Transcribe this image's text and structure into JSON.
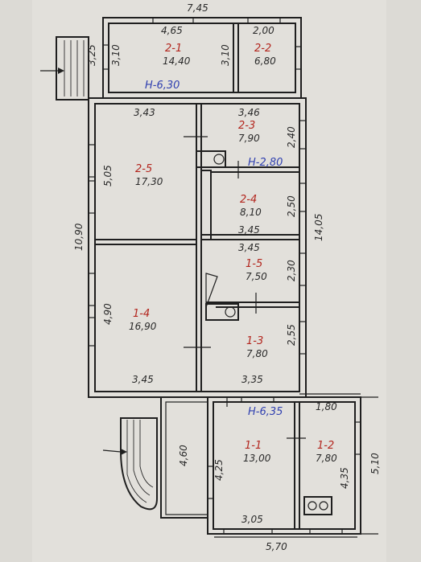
{
  "overall": {
    "top_width": "7,45",
    "side_height": "14,05",
    "left_length": "10,90",
    "bottom_width": "5,70",
    "right_extension": "5,10"
  },
  "labels": {
    "upper_floor_area": "H-6,30",
    "mid_area": "H-2,80",
    "lower_area": "H-6,35"
  },
  "rooms": [
    {
      "name": "2-1",
      "area": "14,40"
    },
    {
      "name": "2-2",
      "area": "6,80"
    },
    {
      "name": "2-3",
      "area": "7,90"
    },
    {
      "name": "2-4",
      "area": "8,10"
    },
    {
      "name": "2-5",
      "area": "17,30"
    },
    {
      "name": "1-4",
      "area": "16,90"
    },
    {
      "name": "1-5",
      "area": "7,50"
    },
    {
      "name": "1-3",
      "area": "7,80"
    },
    {
      "name": "1-1",
      "area": "13,00"
    },
    {
      "name": "1-2",
      "area": "7,80"
    }
  ],
  "dims": {
    "d465": "4,65",
    "d200": "2,00",
    "d325": "3,25",
    "d310a": "3,10",
    "d310b": "3,10",
    "d343": "3,43",
    "d346": "3,46",
    "d240": "2,40",
    "d505": "5,05",
    "d250": "2,50",
    "d345a": "3,45",
    "d345b": "3,45",
    "d230": "2,30",
    "d490": "4,90",
    "d255": "2,55",
    "d345c": "3,45",
    "d335": "3,35",
    "d180": "1,80",
    "d460": "4,60",
    "d425": "4,25",
    "d435": "4,35",
    "d305": "3,05"
  }
}
